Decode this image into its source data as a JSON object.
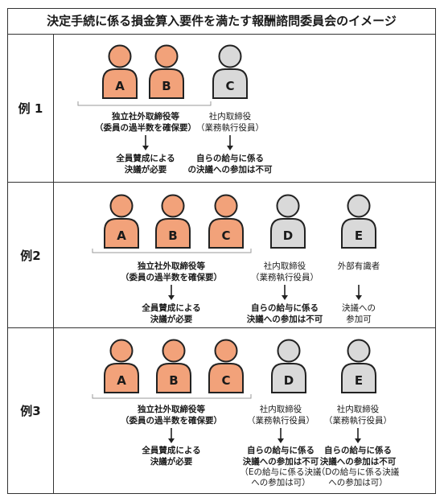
{
  "title": "決定手続に係る損金算入要件を満たす報酬諮問委員会のイメージ",
  "colors": {
    "outside": "#f2a27a",
    "inside": "#d9d9d9",
    "stroke": "#222222"
  },
  "rows": [
    {
      "label": "例 1",
      "people": [
        {
          "letter": "A",
          "kind": "outside"
        },
        {
          "letter": "B",
          "kind": "outside"
        },
        {
          "letter": "C",
          "kind": "inside"
        }
      ],
      "groups": [
        {
          "lines": [
            "独立社外取締役等",
            "（委員の過半数を確保要）"
          ],
          "bold": true,
          "result": [
            "全員賛成による",
            "決議が必要"
          ],
          "result_bold": true,
          "note": []
        },
        {
          "lines": [
            "社内取締役",
            "（業務執行役員）"
          ],
          "bold": false,
          "result": [
            "自らの給与に係る",
            "の決議への参加は不可"
          ],
          "result_bold": true,
          "note": []
        }
      ]
    },
    {
      "label": "例2",
      "people": [
        {
          "letter": "A",
          "kind": "outside"
        },
        {
          "letter": "B",
          "kind": "outside"
        },
        {
          "letter": "C",
          "kind": "outside"
        },
        {
          "letter": "D",
          "kind": "inside"
        },
        {
          "letter": "E",
          "kind": "inside"
        }
      ],
      "groups": [
        {
          "lines": [
            "独立社外取締役等",
            "（委員の過半数を確保要）"
          ],
          "bold": true,
          "result": [
            "全員賛成による",
            "決議が必要"
          ],
          "result_bold": true,
          "note": []
        },
        {
          "lines": [
            "社内取締役",
            "（業務執行役員）"
          ],
          "bold": false,
          "result": [
            "自らの給与に係る",
            "決議への参加は不可"
          ],
          "result_bold": true,
          "note": []
        },
        {
          "lines": [
            "外部有識者"
          ],
          "bold": false,
          "result": [
            "決議への",
            "参加可"
          ],
          "result_bold": false,
          "note": []
        }
      ]
    },
    {
      "label": "例3",
      "people": [
        {
          "letter": "A",
          "kind": "outside"
        },
        {
          "letter": "B",
          "kind": "outside"
        },
        {
          "letter": "C",
          "kind": "outside"
        },
        {
          "letter": "D",
          "kind": "inside"
        },
        {
          "letter": "E",
          "kind": "inside"
        }
      ],
      "groups": [
        {
          "lines": [
            "独立社外取締役等",
            "（委員の過半数を確保要）"
          ],
          "bold": true,
          "result": [
            "全員賛成による",
            "決議が必要"
          ],
          "result_bold": true,
          "note": []
        },
        {
          "lines": [
            "社内取締役",
            "（業務執行役員）"
          ],
          "bold": false,
          "result": [
            "自らの給与に係る",
            "決議への参加は不可"
          ],
          "result_bold": true,
          "note": [
            "（Eの給与に係る決議",
            "への参加は可）"
          ]
        },
        {
          "lines": [
            "社内取締役",
            "（業務執行役員）"
          ],
          "bold": false,
          "result": [
            "自らの給与に係る",
            "決議への参加は不可"
          ],
          "result_bold": true,
          "note": [
            "（Dの給与に係る決議",
            "への参加は可）"
          ]
        }
      ]
    }
  ]
}
